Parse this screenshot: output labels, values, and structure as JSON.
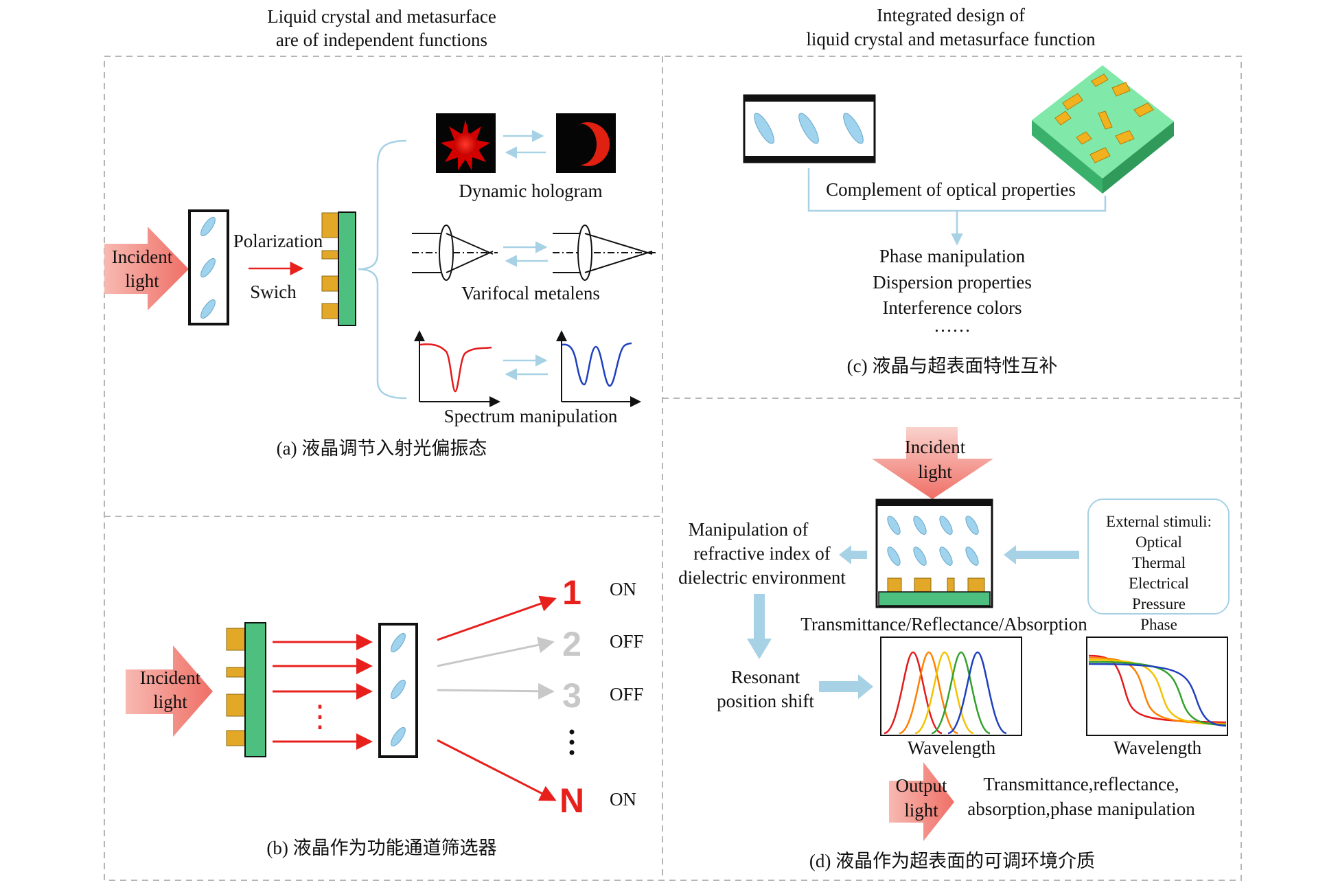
{
  "titles": {
    "left_line1": "Liquid crystal and metasurface",
    "left_line2": "are of independent functions",
    "right_line1": "Integrated design of",
    "right_line2": "liquid crystal and metasurface function"
  },
  "panel_a": {
    "incident_line1": "Incident",
    "incident_line2": "light",
    "polarization": "Polarization",
    "switch": "Swich",
    "dynamic_hologram": "Dynamic hologram",
    "varifocal_metalens": "Varifocal metalens",
    "spectrum_manipulation": "Spectrum manipulation",
    "caption": "(a) 液晶调节入射光偏振态"
  },
  "panel_b": {
    "incident_line1": "Incident",
    "incident_line2": "light",
    "dots": "⋮",
    "channels": [
      {
        "number": "1",
        "state": "ON",
        "color": "#e8201c"
      },
      {
        "number": "2",
        "state": "OFF",
        "color": "#c8c8c8"
      },
      {
        "number": "3",
        "state": "OFF",
        "color": "#c8c8c8"
      },
      {
        "number": "N",
        "state": "ON",
        "color": "#e8201c"
      }
    ],
    "caption": "(b) 液晶作为功能通道筛选器"
  },
  "panel_c": {
    "complement": "Complement of optical properties",
    "items": [
      "Phase manipulation",
      "Dispersion properties",
      "Interference colors",
      "……"
    ],
    "caption": "(c) 液晶与超表面特性互补"
  },
  "panel_d": {
    "incident_line1": "Incident",
    "incident_line2": "light",
    "manip_line1": "Manipulation of",
    "manip_line2": "refractive index of",
    "manip_line3": "dielectric environment",
    "tra": "Transmittance/Reflectance/Absorption",
    "stimuli": [
      "External stimuli:",
      "Optical",
      "Thermal",
      "Electrical",
      "Pressure",
      "Phase"
    ],
    "resonant_line1": "Resonant",
    "resonant_line2": "position shift",
    "wavelength1": "Wavelength",
    "wavelength2": "Wavelength",
    "output_line1": "Output",
    "output_line2": "light",
    "out_text_line1": "Transmittance,reflectance,",
    "out_text_line2": "absorption,phase manipulation",
    "caption": "(d) 液晶作为超表面的可调环境介质"
  },
  "colors": {
    "arrow_red": "#e8201c",
    "light_arrow": "#f08a80",
    "lc_ellipse": "#9fd3ee",
    "metasurface_green": "#4dbf7f",
    "antenna_gold": "#e3a827",
    "connector_blue": "#a7d1e4",
    "spectra": [
      "#e31a1c",
      "#ff7f00",
      "#f2c200",
      "#33a02c",
      "#1f3fbf"
    ]
  }
}
